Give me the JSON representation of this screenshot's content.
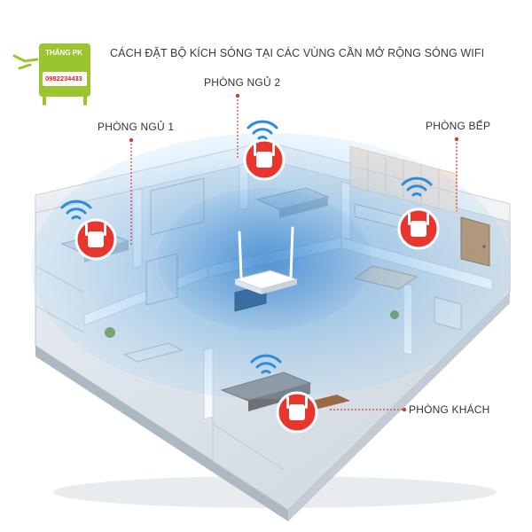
{
  "title": "CÁCH ĐẶT BỘ KÍCH SÓNG TẠI CÁC VÙNG CẦN MỞ RỘNG SÓNG WIFI",
  "logo": {
    "name": "THẮNG PK",
    "phone": "0982234433"
  },
  "rooms": {
    "bedroom_1": "PHÒNG NGỦ 1",
    "bedroom_2": "PHÒNG NGỦ 2",
    "kitchen": "PHÒNG BẾP",
    "living_room": "PHÒNG KHÁCH"
  },
  "colors": {
    "wifi_zone": "#5aa9e6",
    "extender_badge": "#e8362f",
    "label_text": "#333333",
    "logo_green": "#9ac52f",
    "floor": "#dde3ea"
  },
  "icons": [
    "wifi-icon",
    "wifi-extender-icon",
    "router-icon"
  ]
}
